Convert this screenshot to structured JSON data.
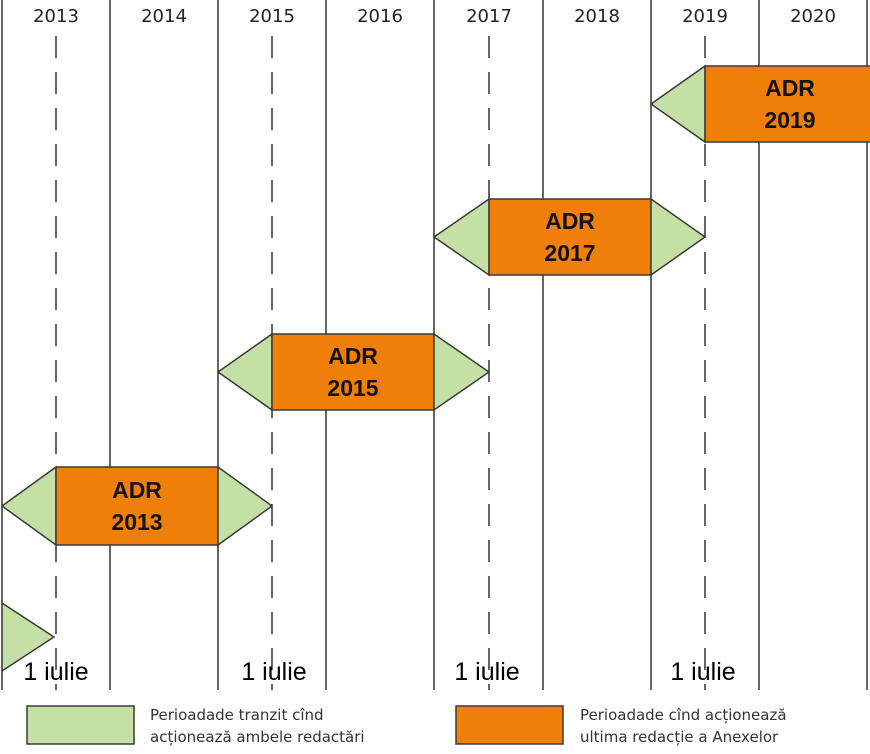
{
  "diagram": {
    "years": [
      "2013",
      "2014",
      "2015",
      "2016",
      "2017",
      "2018",
      "2019",
      "2020"
    ],
    "july_labels": [
      "1 iulie",
      "1 iulie",
      "1 iulie",
      "1 iulie"
    ],
    "editions": [
      {
        "line1": "ADR",
        "line2": "2019"
      },
      {
        "line1": "ADR",
        "line2": "2017"
      },
      {
        "line1": "ADR",
        "line2": "2015"
      },
      {
        "line1": "ADR",
        "line2": "2013"
      }
    ],
    "legend": {
      "transit_line1": "Perioadade tranzit cînd",
      "transit_line2": "acționează ambele redactări",
      "active_line1": "Perioadade cînd acționează",
      "active_line2": "ultima redacție  a Anexelor"
    },
    "colors": {
      "transit_fill": "#c5e0a5",
      "active_fill": "#f07f09",
      "outline": "#3a3a3a",
      "grid": "#000000"
    }
  }
}
